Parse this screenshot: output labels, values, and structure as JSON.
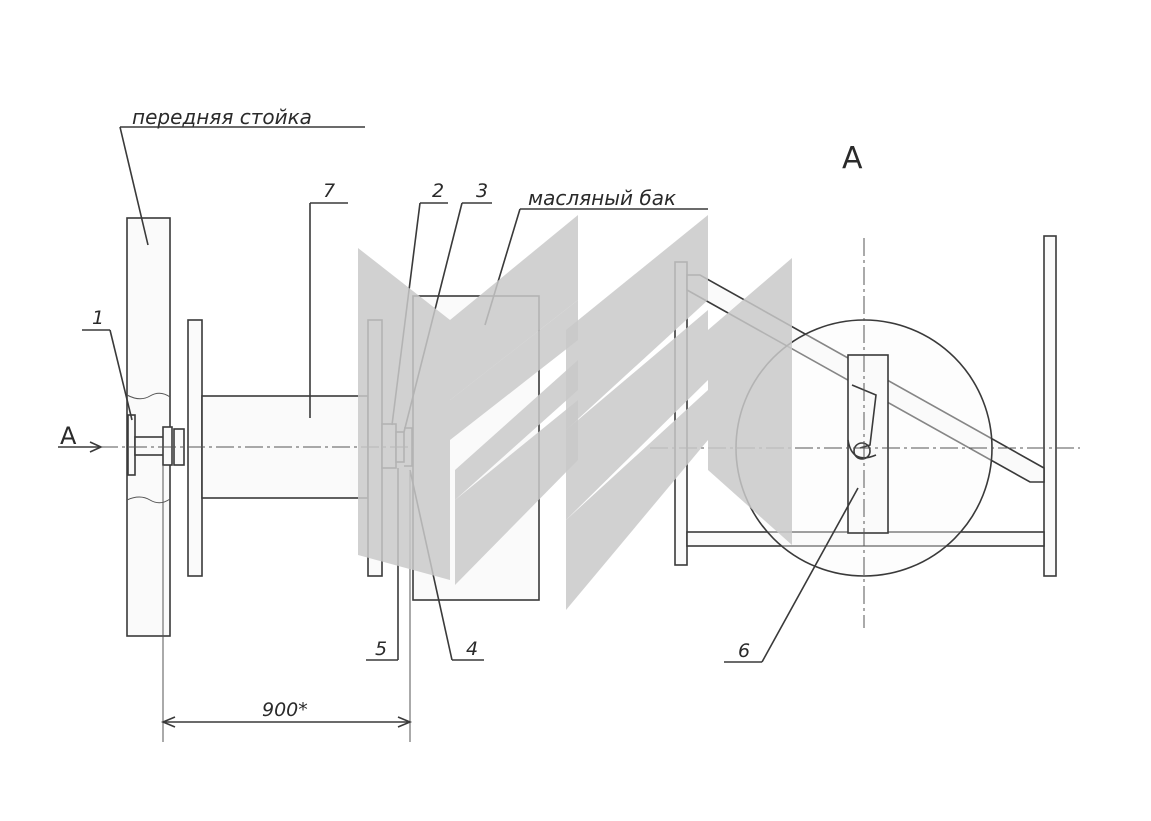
{
  "labels": {
    "front_post": "передняя стойка",
    "oil_tank": "масляный бак",
    "view_title": "А",
    "view_arrow": "А",
    "dimension": "900*"
  },
  "callouts": {
    "n1": "1",
    "n2": "2",
    "n3": "3",
    "n4": "4",
    "n5": "5",
    "n6": "6",
    "n7": "7"
  },
  "colors": {
    "line": "#3a3a3a",
    "watermark": "#c9c9c9"
  }
}
